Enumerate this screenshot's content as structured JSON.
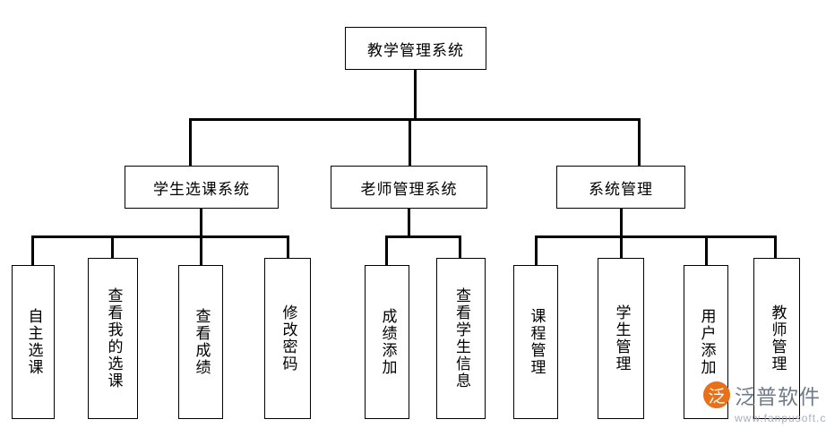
{
  "diagram": {
    "type": "tree-hierarchy",
    "title": "教学管理系统",
    "root": {
      "label": "教学管理系统",
      "orientation": "horizontal"
    },
    "level2": [
      {
        "label": "学生选课系统",
        "orientation": "horizontal"
      },
      {
        "label": "老师管理系统",
        "orientation": "horizontal"
      },
      {
        "label": "系统管理",
        "orientation": "horizontal"
      }
    ],
    "level3": {
      "student": [
        {
          "label": "自主选课",
          "orientation": "vertical"
        },
        {
          "label": "查看我的选课",
          "orientation": "vertical"
        },
        {
          "label": "查看成绩",
          "orientation": "vertical"
        },
        {
          "label": "修改密码",
          "orientation": "vertical"
        }
      ],
      "teacher": [
        {
          "label": "成绩添加",
          "orientation": "vertical"
        },
        {
          "label": "查看学生信息",
          "orientation": "vertical"
        }
      ],
      "system": [
        {
          "label": "课程管理",
          "orientation": "vertical"
        },
        {
          "label": "学生管理",
          "orientation": "vertical"
        },
        {
          "label": "用户添加",
          "orientation": "vertical"
        },
        {
          "label": "教师管理",
          "orientation": "vertical"
        }
      ]
    }
  },
  "watermark": {
    "logo_glyph": "泛",
    "name": "泛普软件",
    "url": "www.fanpusoft.com"
  },
  "colors": {
    "line": "#000000",
    "box_border": "#000000",
    "background": "#ffffff",
    "watermark_accent": "#e8701a",
    "watermark_text": "#6f7a8a"
  }
}
